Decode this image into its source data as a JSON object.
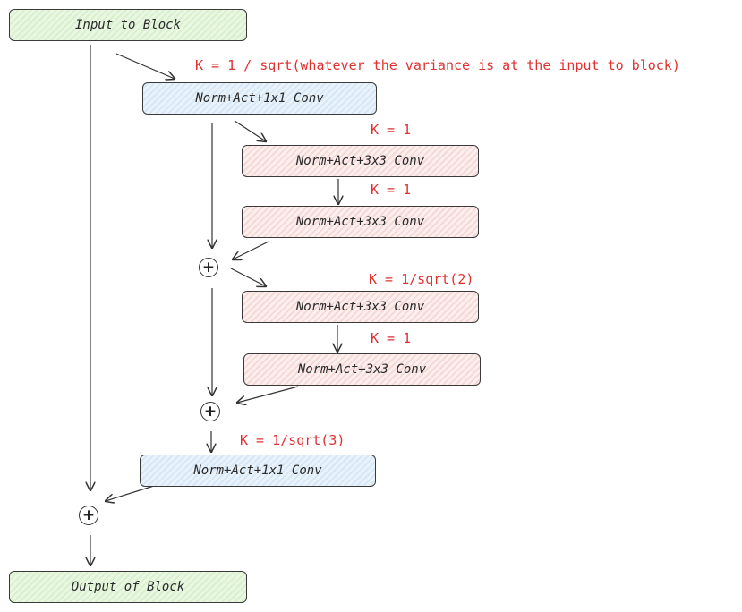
{
  "nodes": {
    "input_block": "Input to Block",
    "conv1x1_top": "Norm+Act+1x1 Conv",
    "conv3x3_1": "Norm+Act+3x3 Conv",
    "conv3x3_2": "Norm+Act+3x3 Conv",
    "conv3x3_3": "Norm+Act+3x3 Conv",
    "conv3x3_4": "Norm+Act+3x3 Conv",
    "conv1x1_bottom": "Norm+Act+1x1 Conv",
    "output_block": "Output of Block"
  },
  "labels": {
    "k_top": "K = 1 / sqrt(whatever the variance is at the input to block)",
    "k_conv1": "K = 1",
    "k_conv2": "K = 1",
    "k_conv3": "K = 1/sqrt(2)",
    "k_conv4": "K = 1",
    "k_bottom": "K = 1/sqrt(3)"
  },
  "sum_symbol": "+",
  "colors": {
    "green_fill": "#d9f0cd",
    "blue_fill": "#d6e7f5",
    "red_fill": "#f5d9d6",
    "stroke": "#3a3a3a",
    "label_red": "#e03131"
  }
}
